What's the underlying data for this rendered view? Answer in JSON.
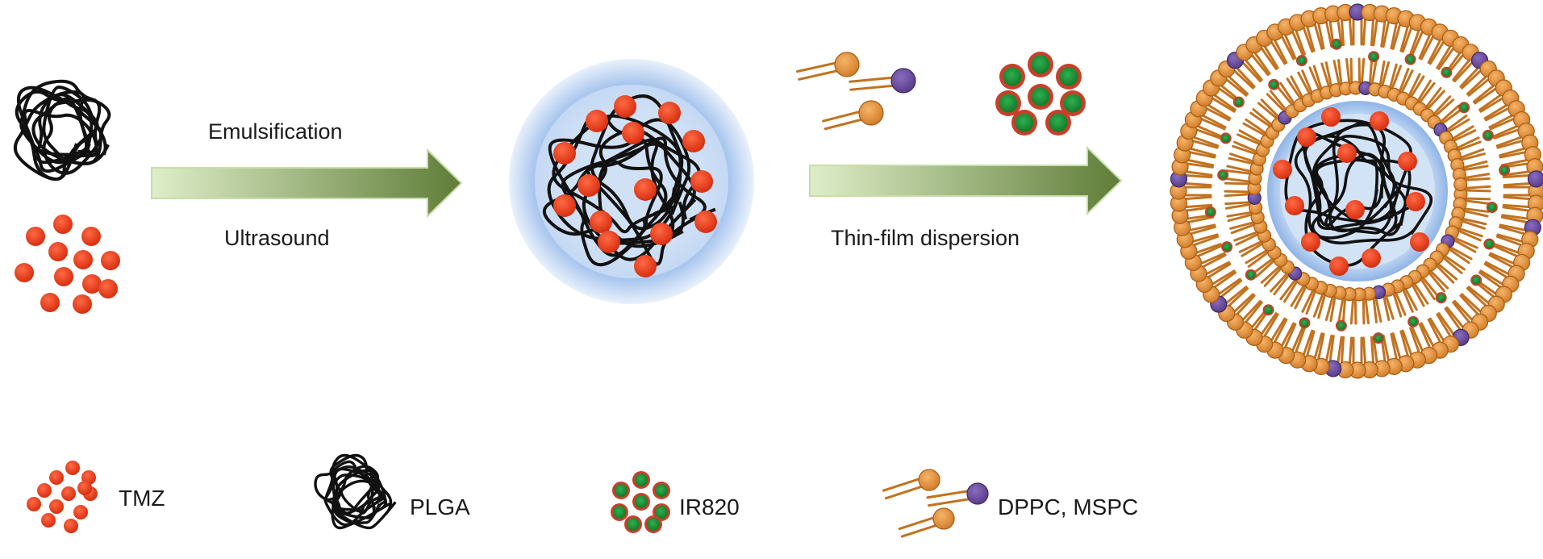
{
  "process": {
    "step1_top_label": "Emulsification",
    "step1_bottom_label": "Ultrasound",
    "step2_label": "Thin-film dispersion"
  },
  "legend": {
    "tmz": "TMZ",
    "plga": "PLGA",
    "ir820": "IR820",
    "lipids": "DPPC, MSPC"
  },
  "colors": {
    "tmz_red": "#e63312",
    "polymer_black": "#111111",
    "ir820_green": "#1f8a3a",
    "ir820_ring": "#c8402a",
    "lipid_orange": "#dd8a2e",
    "lipid_purple": "#6a4a9c",
    "halo_blue": "#a9c8ee",
    "arrow_green": "#6f8f44"
  }
}
